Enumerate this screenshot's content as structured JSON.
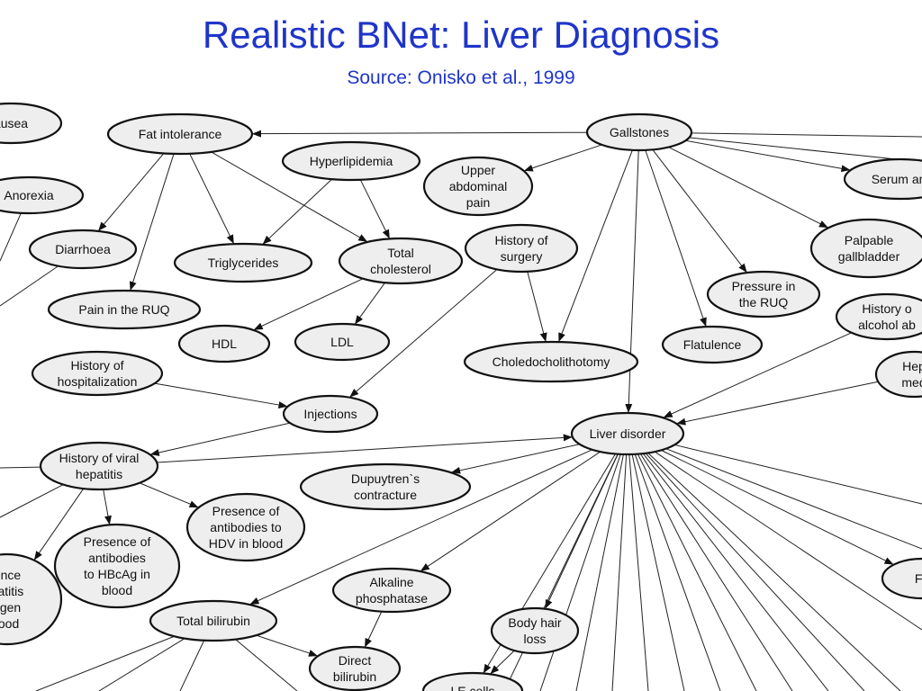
{
  "title": "Realistic BNet: Liver Diagnosis",
  "subtitle": "Source: Onisko et al., 1999",
  "nodes": {
    "nausea": [
      "ausea"
    ],
    "anorexia": [
      "Anorexia"
    ],
    "fat_intolerance": [
      "Fat intolerance"
    ],
    "gallstones": [
      "Gallstones"
    ],
    "serum_am": [
      "Serum am"
    ],
    "hyperlipidemia": [
      "Hyperlipidemia"
    ],
    "upper_abdominal_pain": [
      "Upper",
      "abdominal",
      "pain"
    ],
    "diarrhoea": [
      "Diarrhoea"
    ],
    "triglycerides": [
      "Triglycerides"
    ],
    "total_cholesterol": [
      "Total",
      "cholesterol"
    ],
    "history_of_surgery": [
      "History of",
      "surgery"
    ],
    "palpable_gallbladder": [
      "Palpable",
      "gallbladder"
    ],
    "pain_in_ruq": [
      "Pain in the RUQ"
    ],
    "pressure_in_ruq": [
      "Pressure in",
      "the RUQ"
    ],
    "history_alcohol": [
      "History o",
      "alcohol ab"
    ],
    "hdl": [
      "HDL"
    ],
    "ldl": [
      "LDL"
    ],
    "flatulence": [
      "Flatulence"
    ],
    "choledocholithotomy": [
      "Choledocholithotomy"
    ],
    "hepatotoxic_meds": [
      "Hep",
      "med"
    ],
    "history_of_hospitalization": [
      "History of",
      "hospitalization"
    ],
    "injections": [
      "Injections"
    ],
    "liver_disorder": [
      "Liver disorder"
    ],
    "history_viral_hepatitis": [
      "History of viral",
      "hepatitis"
    ],
    "dupuytrens": [
      "Dupuytren`s",
      "contracture"
    ],
    "antibodies_hdv": [
      "Presence of",
      "antibodies to",
      "HDV in blood"
    ],
    "antibodies_hbcag": [
      "Presence of",
      "antibodies",
      "to HBcAg in",
      "blood"
    ],
    "hepatitis_antigen": [
      "ence",
      "patitis",
      "tigen",
      "lood"
    ],
    "alkaline_phosphatase": [
      "Alkaline",
      "phosphatase"
    ],
    "fa": [
      "Fa"
    ],
    "total_bilirubin": [
      "Total bilirubin"
    ],
    "body_hair_loss": [
      "Body hair",
      "loss"
    ],
    "direct_bilirubin": [
      "Direct",
      "bilirubin"
    ],
    "le_cells": [
      "LE cells"
    ]
  }
}
